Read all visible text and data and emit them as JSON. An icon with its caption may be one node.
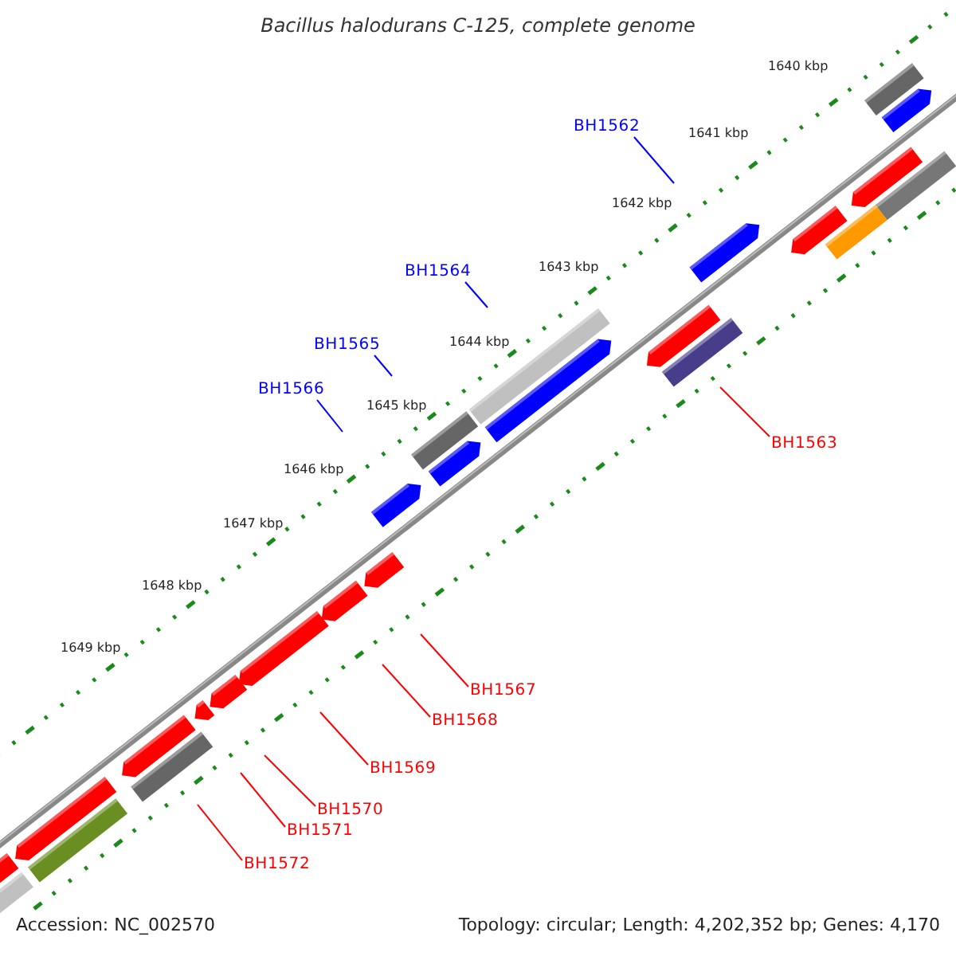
{
  "diagram": {
    "title": "Bacillus halodurans C-125, complete genome",
    "nodes": [
      {
        "text": [
          "BH1562"
        ]
      },
      {
        "text": [
          "BH1564"
        ]
      },
      {
        "text": [
          "BH1565"
        ]
      },
      {
        "text": [
          "BH1566"
        ]
      },
      {
        "text": [
          "BH1563"
        ]
      },
      {
        "text": [
          "BH1567"
        ]
      },
      {
        "text": [
          "BH1568"
        ]
      },
      {
        "text": [
          "BH1569"
        ]
      },
      {
        "text": [
          "BH1570"
        ]
      },
      {
        "text": [
          "BH1571"
        ]
      },
      {
        "text": [
          "BH1572"
        ]
      }
    ],
    "edges": [
      {
        "from": 0,
        "to": null,
        "arrow": "none",
        "color": "#0000ff"
      },
      {
        "from": 1,
        "to": null,
        "arrow": "none",
        "color": "#0000ff"
      },
      {
        "from": 2,
        "to": null,
        "arrow": "none",
        "color": "#0000ff"
      },
      {
        "from": 3,
        "to": null,
        "arrow": "none",
        "color": "#0000ff"
      },
      {
        "from": 4,
        "to": null,
        "arrow": "none"
      },
      {
        "from": 5,
        "to": null,
        "arrow": "none"
      },
      {
        "from": 6,
        "to": null,
        "arrow": "none"
      },
      {
        "from": 7,
        "to": null,
        "arrow": "none"
      },
      {
        "from": 8,
        "to": null,
        "arrow": "none"
      },
      {
        "from": 9,
        "to": null,
        "arrow": "none"
      },
      {
        "from": 10,
        "to": null,
        "arrow": "none"
      }
    ],
    "labels": [
      "1640 kbp",
      "1641 kbp",
      "1642 kbp",
      "1643 kbp",
      "1644 kbp",
      "1645 kbp",
      "1646 kbp",
      "1647 kbp",
      "1648 kbp",
      "1649 kbp",
      "Accession: NC_002570",
      "Topology: circular; Length: 4,202,352 bp; Genes: 4,170"
    ]
  }
}
